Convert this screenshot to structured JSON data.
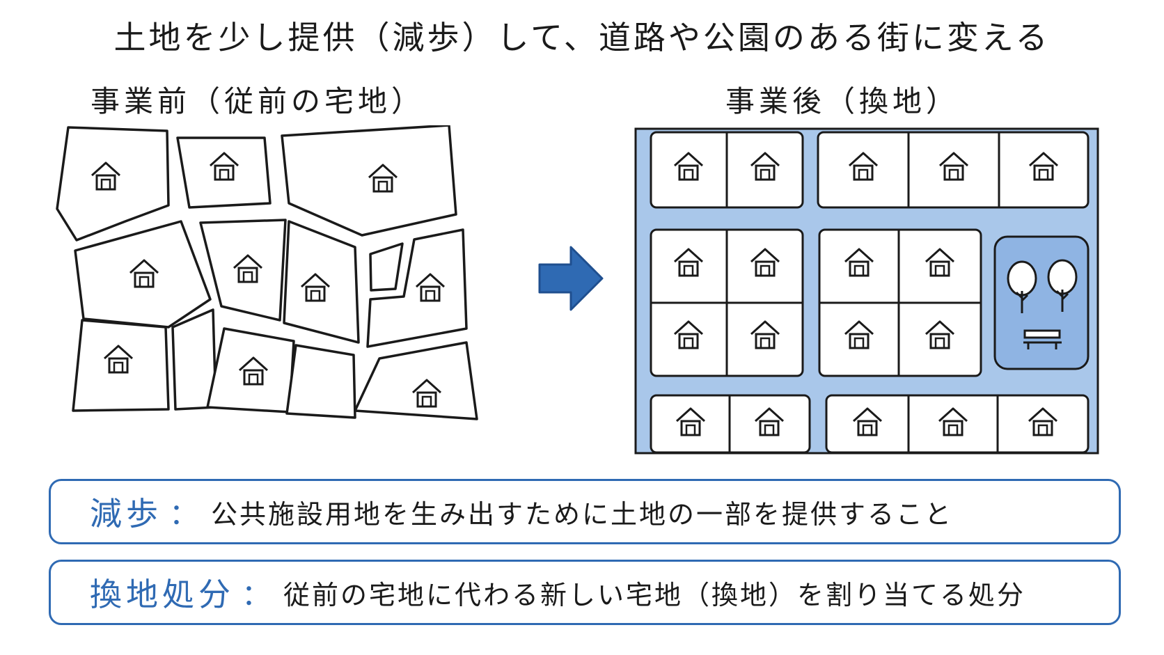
{
  "title": "土地を少し提供（減歩）して、道路や公園のある街に変える",
  "before_label": "事業前（従前の宅地）",
  "after_label": "事業後（換地）",
  "definitions": [
    {
      "term": "減歩",
      "colon": "：",
      "text": "公共施設用地を生み出すために土地の一部を提供すること"
    },
    {
      "term": "換地処分",
      "colon": "：",
      "text": "従前の宅地に代わる新しい宅地（換地）を割り当てる処分"
    }
  ],
  "icons": {
    "house": "house-icon",
    "tree": "tree-icon",
    "bench": "bench-icon",
    "arrow": "arrow-right-icon"
  },
  "colors": {
    "accent": "#2f6ab3",
    "road": "#a9c7ea",
    "park": "#8fb4e3",
    "ink": "#1a1a1a"
  }
}
